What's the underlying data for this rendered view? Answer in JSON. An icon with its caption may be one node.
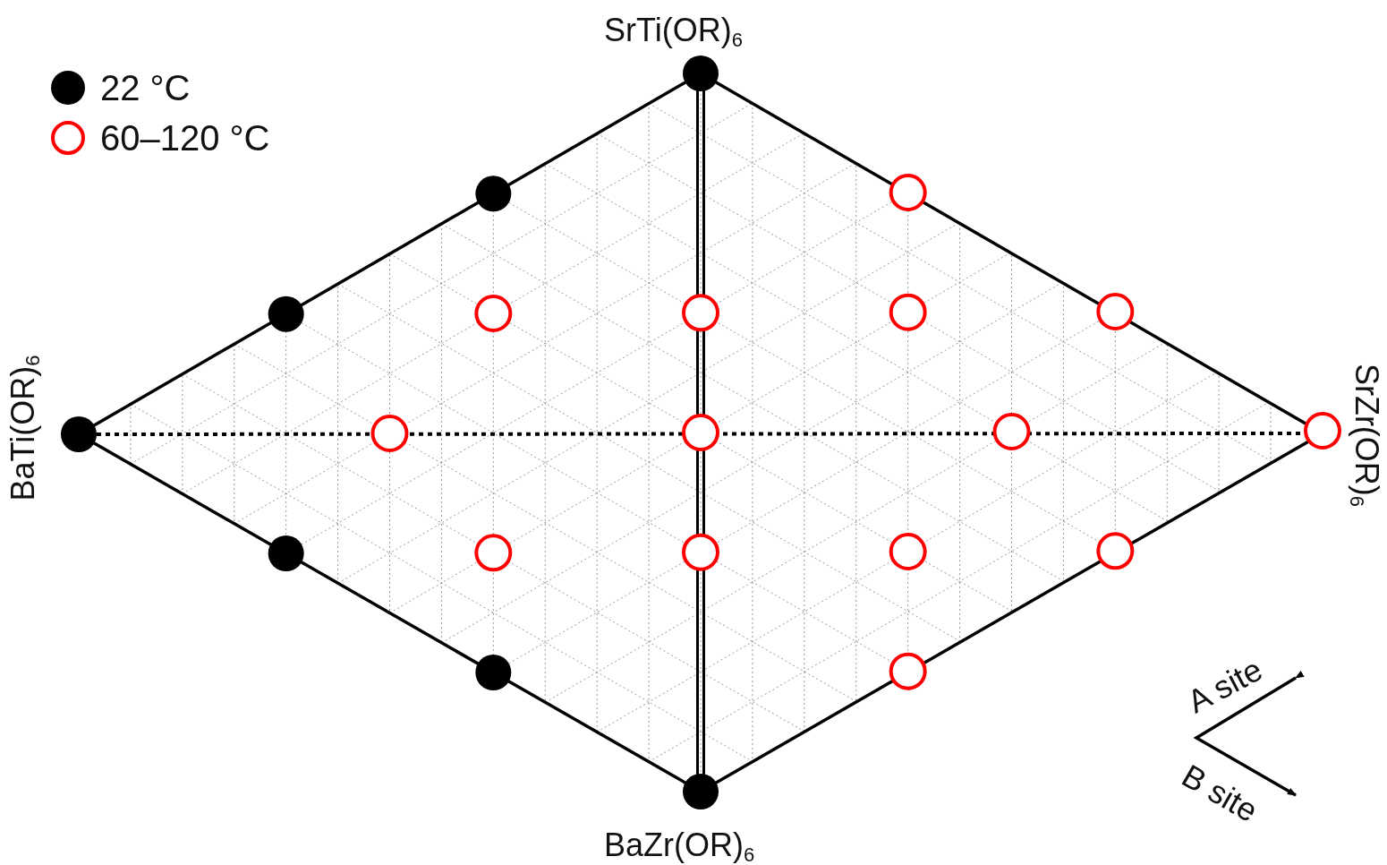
{
  "diagram": {
    "labels": [
      "SrTi(OR)$_{6}$",
      "BaTi(OR)$_{6}$",
      "SrZr(OR)$_{6}$",
      "BaZr(OR)$_{6}$",
      "A site",
      "B site"
    ],
    "legend": [
      {
        "text": "22 °C"
      },
      {
        "text": "60–120 °C"
      }
    ]
  }
}
